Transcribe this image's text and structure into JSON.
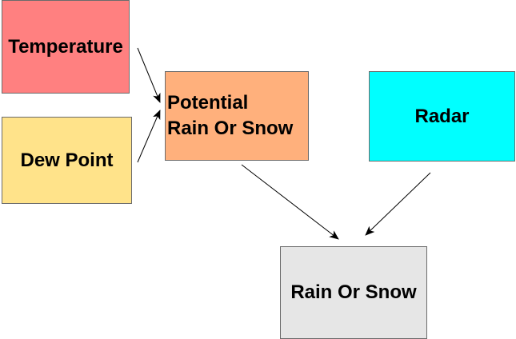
{
  "diagram": {
    "nodes": [
      {
        "id": "temperature",
        "label": "Temperature",
        "color": "#ff8080"
      },
      {
        "id": "dew_point",
        "label": "Dew Point",
        "color": "#ffe38a"
      },
      {
        "id": "potential",
        "label": "Potential\nRain Or Snow",
        "color": "#ffb07c"
      },
      {
        "id": "radar",
        "label": "Radar",
        "color": "#00ffff"
      },
      {
        "id": "rain_or_snow",
        "label": "Rain Or Snow",
        "color": "#e6e6e6"
      }
    ],
    "edges": [
      {
        "from": "temperature",
        "to": "potential"
      },
      {
        "from": "dew_point",
        "to": "potential"
      },
      {
        "from": "potential",
        "to": "rain_or_snow"
      },
      {
        "from": "radar",
        "to": "rain_or_snow"
      }
    ],
    "edge_color": "#000000"
  }
}
